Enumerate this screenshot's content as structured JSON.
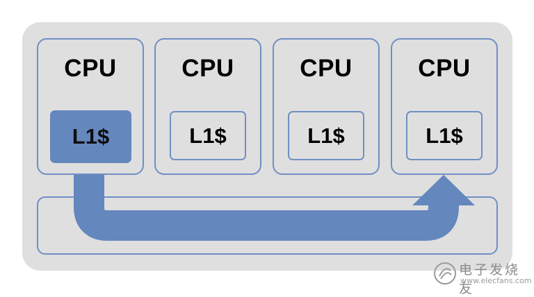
{
  "diagram": {
    "cores": [
      {
        "cpu_label": "CPU",
        "cache_label": "L1$",
        "active": true
      },
      {
        "cpu_label": "CPU",
        "cache_label": "L1$",
        "active": false
      },
      {
        "cpu_label": "CPU",
        "cache_label": "L1$",
        "active": false
      },
      {
        "cpu_label": "CPU",
        "cache_label": "L1$",
        "active": false
      }
    ],
    "colors": {
      "accent": "#6487be",
      "border": "#6f8fc4",
      "chip_background": "#dfdfdf"
    },
    "arrow": {
      "from": "core-1-cache",
      "to": "core-4-cache"
    }
  },
  "watermark": {
    "text": "电子发烧友",
    "url": "www.elecfans.com"
  }
}
